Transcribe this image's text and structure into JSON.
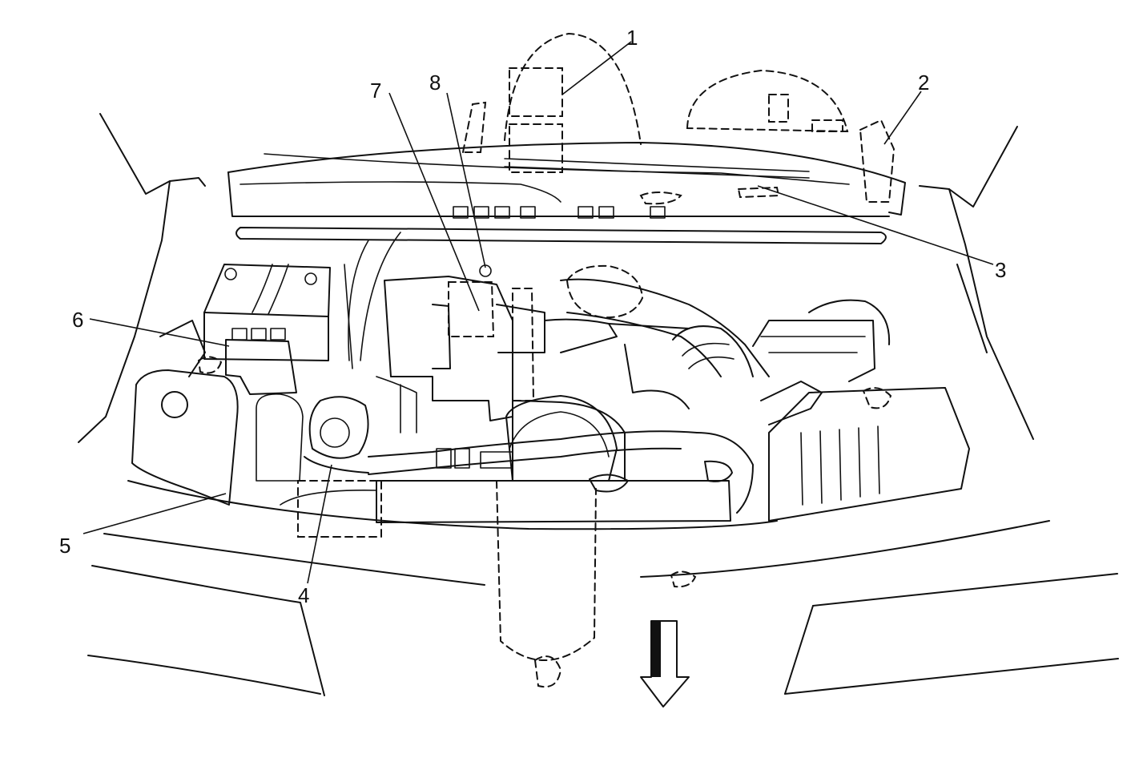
{
  "callouts": [
    {
      "id": "1",
      "label": "1"
    },
    {
      "id": "2",
      "label": "2"
    },
    {
      "id": "3",
      "label": "3"
    },
    {
      "id": "4",
      "label": "4"
    },
    {
      "id": "5",
      "label": "5"
    },
    {
      "id": "6",
      "label": "6"
    },
    {
      "id": "7",
      "label": "7"
    },
    {
      "id": "8",
      "label": "8"
    }
  ],
  "icons": {
    "forward_arrow": "down-arrow-icon"
  },
  "colors": {
    "line": "#111111",
    "background": "#ffffff"
  }
}
